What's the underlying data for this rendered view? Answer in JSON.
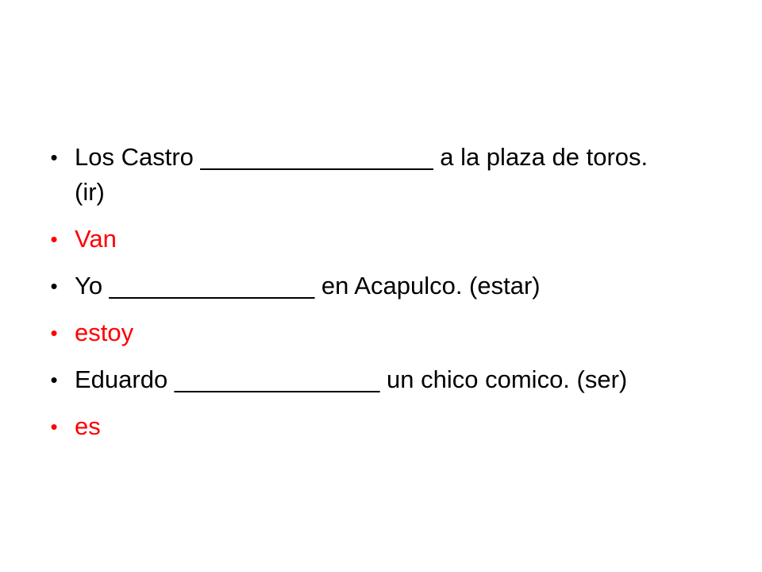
{
  "colors": {
    "text": "#000000",
    "answer": "#ff0000",
    "background": "#ffffff"
  },
  "bullet_glyph": "•",
  "items": [
    {
      "text": "Los Castro _________________  a la plaza de toros.  (ir)",
      "type": "question"
    },
    {
      "text": "Van",
      "type": "answer"
    },
    {
      "text": "Yo _______________  en Acapulco.  (estar)",
      "type": "question"
    },
    {
      "text": "estoy",
      "type": "answer"
    },
    {
      "text": "Eduardo _______________  un chico comico.  (ser)",
      "type": "question"
    },
    {
      "text": "es",
      "type": "answer"
    }
  ]
}
